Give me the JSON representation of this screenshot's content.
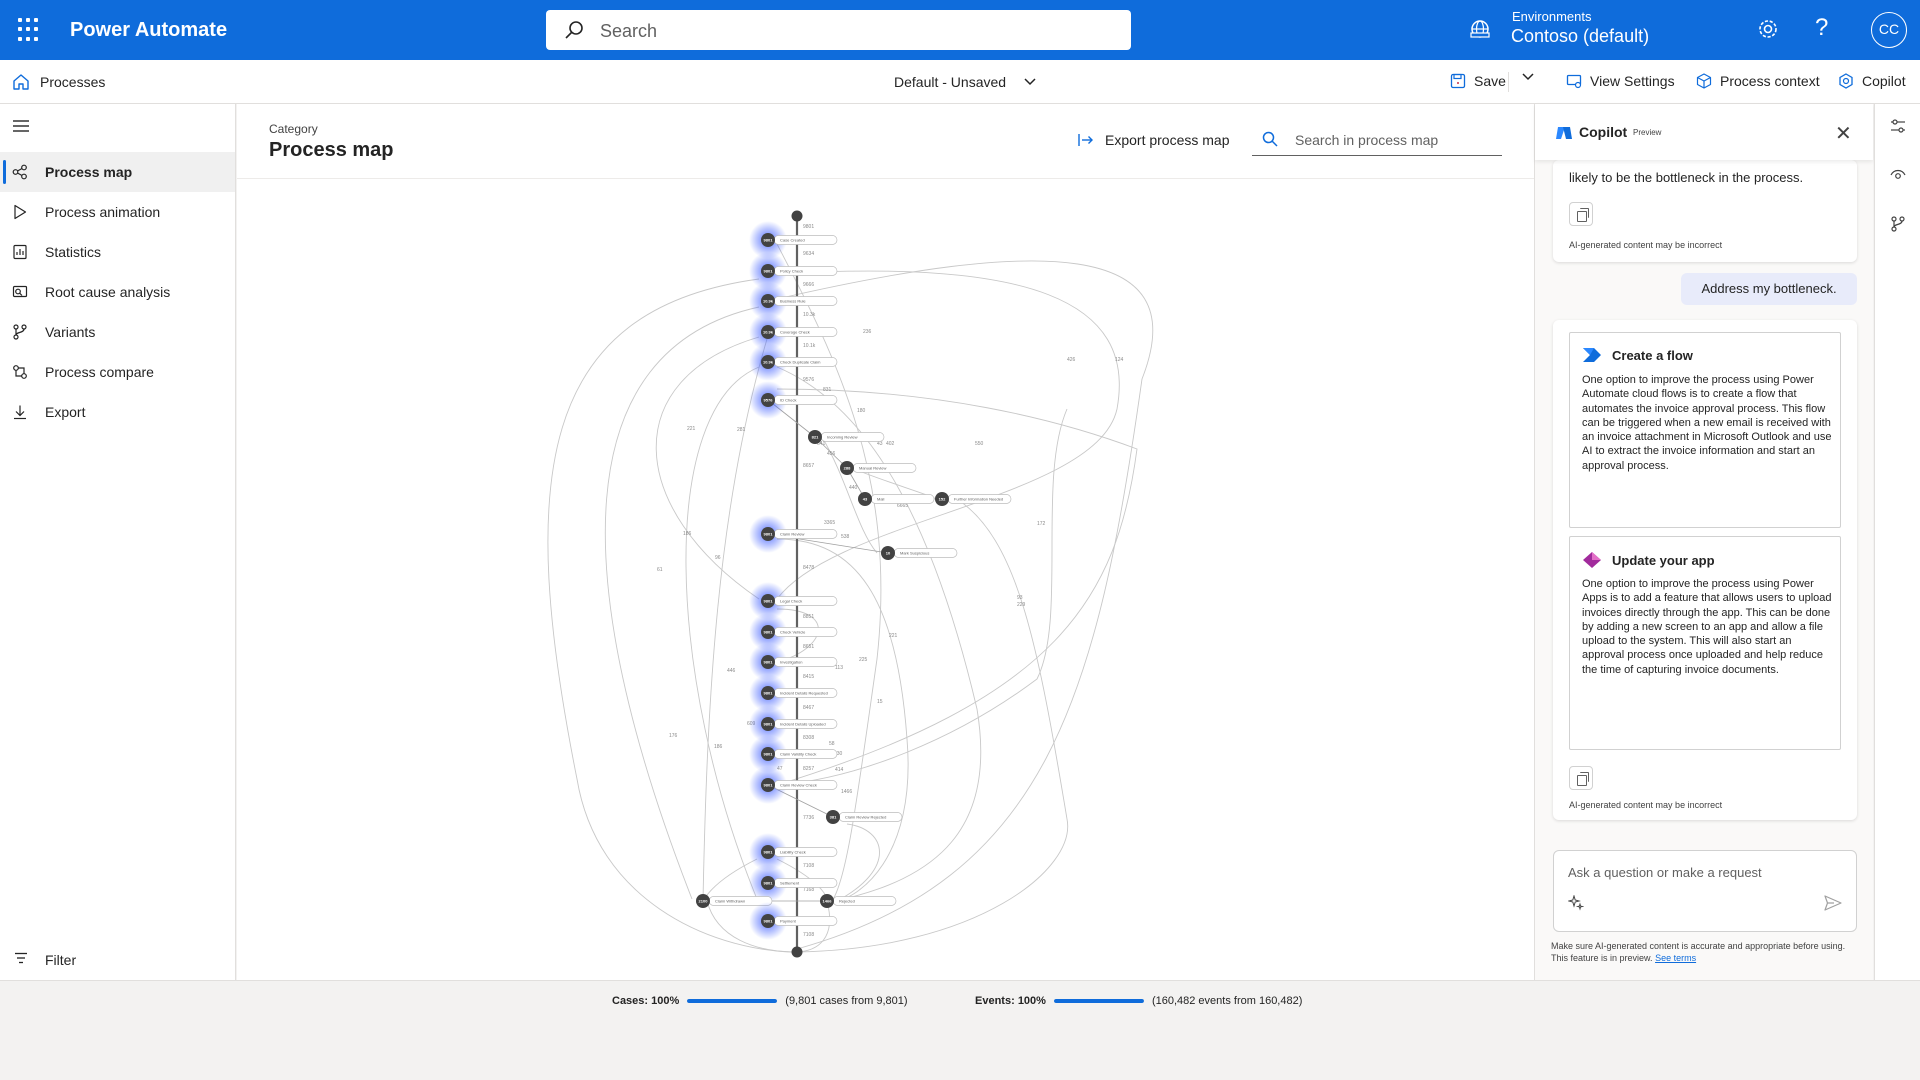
{
  "app": {
    "title": "Power Automate"
  },
  "search": {
    "placeholder": "Search"
  },
  "environment": {
    "label": "Environments",
    "value": "Contoso (default)"
  },
  "user": {
    "initials": "CC"
  },
  "breadcrumb": {
    "label": "Processes"
  },
  "view": {
    "name": "Default",
    "state": " - Unsaved"
  },
  "commands": {
    "save": "Save",
    "view_settings": "View Settings",
    "process_context": "Process context",
    "copilot": "Copilot"
  },
  "nav": {
    "items": [
      {
        "label": "Process map",
        "icon": "process-map-icon",
        "active": true
      },
      {
        "label": "Process animation",
        "icon": "play-icon"
      },
      {
        "label": "Statistics",
        "icon": "statistics-icon"
      },
      {
        "label": "Root cause analysis",
        "icon": "root-cause-icon"
      },
      {
        "label": "Variants",
        "icon": "variants-icon"
      },
      {
        "label": "Process compare",
        "icon": "compare-icon"
      },
      {
        "label": "Export",
        "icon": "export-icon"
      }
    ],
    "filter": "Filter"
  },
  "page": {
    "category": "Category",
    "title": "Process map",
    "export": "Export process map",
    "map_search_placeholder": "Search in process map"
  },
  "map": {
    "nodes": [
      {
        "count": "",
        "label": ""
      },
      {
        "count": "9801",
        "label": "Case Created"
      },
      {
        "count": "9801",
        "label": "Policy Check"
      },
      {
        "count": "10.9k",
        "label": "Business Rule"
      },
      {
        "count": "10.9k",
        "label": "Coverage Check"
      },
      {
        "count": "10.9k",
        "label": "Check Duplicate Claim"
      },
      {
        "count": "9576",
        "label": "ID Check"
      },
      {
        "count": "821",
        "label": "Incoming Review"
      },
      {
        "count": "288",
        "label": "Manual Review"
      },
      {
        "count": "43",
        "label": "Mail"
      },
      {
        "count": "152",
        "label": "Further Information Needed"
      },
      {
        "count": "9801",
        "label": "Claim Review"
      },
      {
        "count": "10",
        "label": "Mark Suspicious"
      },
      {
        "count": "9801",
        "label": "Legal Check"
      },
      {
        "count": "9801",
        "label": "Check Vehicle"
      },
      {
        "count": "9801",
        "label": "Investigation"
      },
      {
        "count": "9801",
        "label": "Incident Details Requested"
      },
      {
        "count": "9801",
        "label": "Incident Details Uploaded"
      },
      {
        "count": "9801",
        "label": "Claim Validity Check"
      },
      {
        "count": "9801",
        "label": "Claim Review Check"
      },
      {
        "count": "381",
        "label": "Claim Review Rejected"
      },
      {
        "count": "9801",
        "label": "Liability Check"
      },
      {
        "count": "9801",
        "label": "Settlement"
      },
      {
        "count": "2100",
        "label": "Claim Withdrawn"
      },
      {
        "count": "1466",
        "label": "Rejected"
      },
      {
        "count": "9801",
        "label": "Payment"
      },
      {
        "count": "",
        "label": ""
      }
    ],
    "main_edges": [
      "9801",
      "9634",
      "9666",
      "10.3k",
      "10.1k",
      "9576",
      "8657",
      "8478",
      "8851",
      "8651",
      "8415",
      "8467",
      "8308",
      "8257",
      "7736",
      "7108",
      "7168",
      "7108"
    ],
    "side_edges": [
      "236",
      "426",
      "124",
      "831",
      "180",
      "641",
      "43",
      "456",
      "402",
      "550",
      "221",
      "281",
      "440",
      "6665",
      "3365",
      "538",
      "321",
      "186",
      "61",
      "96",
      "172",
      "93",
      "113",
      "221",
      "225",
      "446",
      "229",
      "15",
      "58",
      "230",
      "414",
      "176",
      "47",
      "186",
      "609",
      "1466"
    ]
  },
  "copilot": {
    "title": "Copilot",
    "preview": "Preview",
    "prev_text": "likely to be the bottleneck in the process.",
    "disclaimer": "AI-generated content may be incorrect",
    "user_message": "Address my bottleneck.",
    "s1_title": "Create a flow",
    "s1_body": "One option to improve the process using Power Automate cloud flows is to create a flow that automates the invoice approval process. This flow can be triggered when a new email is received with an invoice attachment in Microsoft Outlook and use AI to extract the invoice information and start an approval process.",
    "s2_title": "Update your app",
    "s2_body": "One option to improve the process using Power Apps is to add a feature that allows users to upload invoices directly through the app. This can be done by adding a new screen to an app and allow a file upload to the system. This will also start an approval process once uploaded and help reduce the time of capturing invoice documents.",
    "input_placeholder": "Ask a question or make a request",
    "fineprint": "Make sure AI-generated content is accurate and appropriate before using. This feature is in preview.",
    "see_terms": "See terms"
  },
  "status": {
    "cases_label": "Cases:",
    "cases_pct": "100%",
    "cases_fraction": 1.0,
    "cases_detail": "(9,801 cases from 9,801)",
    "events_label": "Events:",
    "events_pct": "100%",
    "events_fraction": 1.0,
    "events_detail": "(160,482 events from 160,482)"
  },
  "colors": {
    "brand": "#0f6cdb",
    "node_glow": "#3b5bff",
    "node": "#424242"
  }
}
